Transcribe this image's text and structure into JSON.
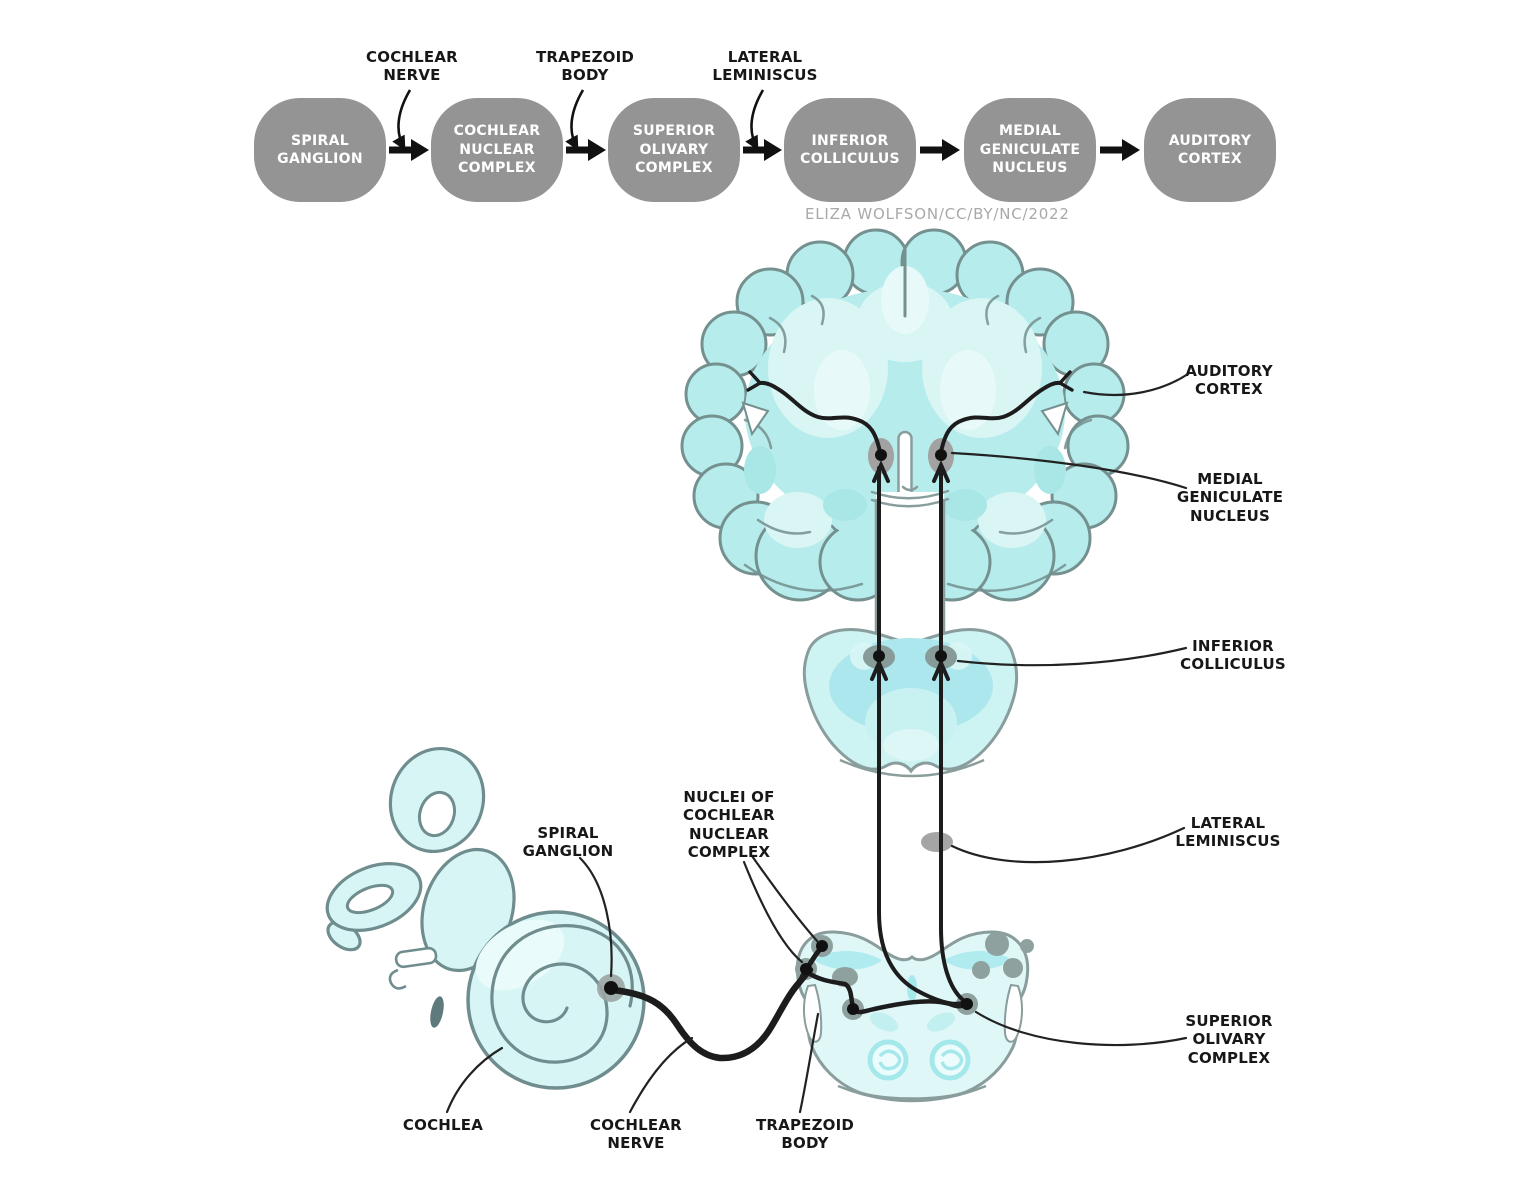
{
  "credit": "ELIZA WOLFSON/CC/BY/NC/2022",
  "flowchart": {
    "stages": [
      {
        "label": "SPIRAL\nGANGLION"
      },
      {
        "label": "COCHLEAR\nNUCLEAR\nCOMPLEX"
      },
      {
        "label": "SUPERIOR\nOLIVARY\nCOMPLEX"
      },
      {
        "label": "INFERIOR\nCOLLICULUS"
      },
      {
        "label": "MEDIAL\nGENICULATE\nNUCLEUS"
      },
      {
        "label": "AUDITORY\nCORTEX"
      }
    ],
    "connector_labels": [
      {
        "label": "COCHLEAR\nNERVE"
      },
      {
        "label": "TRAPEZOID\nBODY"
      },
      {
        "label": "LATERAL\nLEMINISCUS"
      }
    ]
  },
  "anatomy": {
    "auditory_cortex": "AUDITORY\nCORTEX",
    "medial_geniculate_nucleus": "MEDIAL\nGENICULATE\nNUCLEUS",
    "inferior_colliculus": "INFERIOR\nCOLLICULUS",
    "lateral_leminiscus": "LATERAL\nLEMINISCUS",
    "superior_olivary_complex": "SUPERIOR\nOLIVARY\nCOMPLEX",
    "nuclei_of_cochlear_nuclear_complex": "NUCLEI OF\nCOCHLEAR\nNUCLEAR\nCOMPLEX",
    "spiral_ganglion": "SPIRAL\nGANGLION",
    "cochlea": "COCHLEA",
    "cochlear_nerve": "COCHLEAR\nNERVE",
    "trapezoid_body": "TRAPEZOID\nBODY"
  },
  "colors": {
    "tissue": "#b7ecec",
    "tissue_light": "#d9f6f5",
    "tissue_highlight": "#e7faf9",
    "outline": "#74908f",
    "structure_gray": "#a2a2a2",
    "nucleus_gray": "#8fa19e",
    "box_gray": "#949494",
    "pathway_black": "#1c1c1c",
    "credit_gray": "#a9a9a9"
  }
}
